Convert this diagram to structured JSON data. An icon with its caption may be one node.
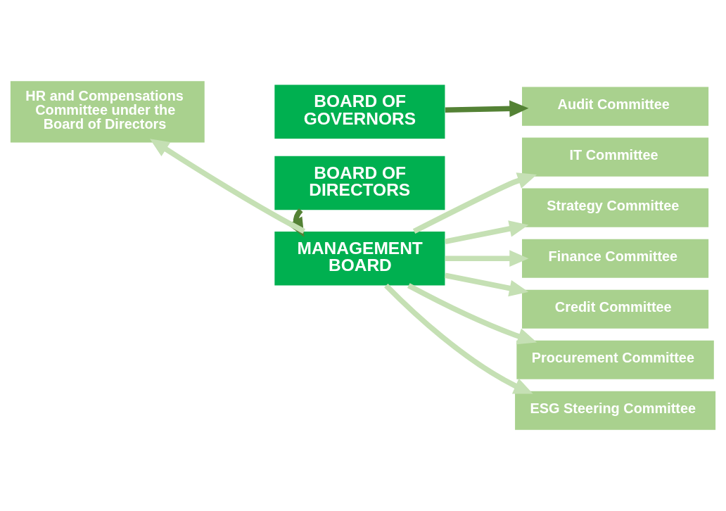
{
  "diagram": {
    "nodes": [
      {
        "text": [
          "BOARD OF GOVERNORS"
        ]
      },
      {
        "text": [
          "Audit Committee"
        ]
      },
      {
        "text": [
          "BOARD OF DIRECTORS"
        ]
      },
      {
        "text": [
          "HR and Compensations Committee under the Board of Directors"
        ]
      },
      {
        "text": [
          "MANAGEMENT BOARD"
        ]
      },
      {
        "text": [
          "IT Committee"
        ]
      },
      {
        "text": [
          "Strategy Committee"
        ]
      },
      {
        "text": [
          "Finance Committee"
        ]
      },
      {
        "text": [
          "Credit Committee"
        ]
      },
      {
        "text": [
          "Procurement Committee"
        ]
      },
      {
        "text": [
          "ESG Steering Committee"
        ]
      }
    ],
    "edges": [
      {
        "from": 0,
        "to": 1,
        "arrow": "to",
        "color": "#548235"
      },
      {
        "from": 2,
        "to": 4,
        "arrow": "to",
        "color": "#548235"
      },
      {
        "from": 4,
        "to": 3,
        "arrow": "to"
      },
      {
        "from": 4,
        "to": 5,
        "arrow": "to"
      },
      {
        "from": 4,
        "to": 6,
        "arrow": "to"
      },
      {
        "from": 4,
        "to": 7,
        "arrow": "to"
      },
      {
        "from": 4,
        "to": 8,
        "arrow": "to"
      },
      {
        "from": 4,
        "to": 9,
        "arrow": "to"
      },
      {
        "from": 4,
        "to": 10,
        "arrow": "to"
      }
    ]
  }
}
